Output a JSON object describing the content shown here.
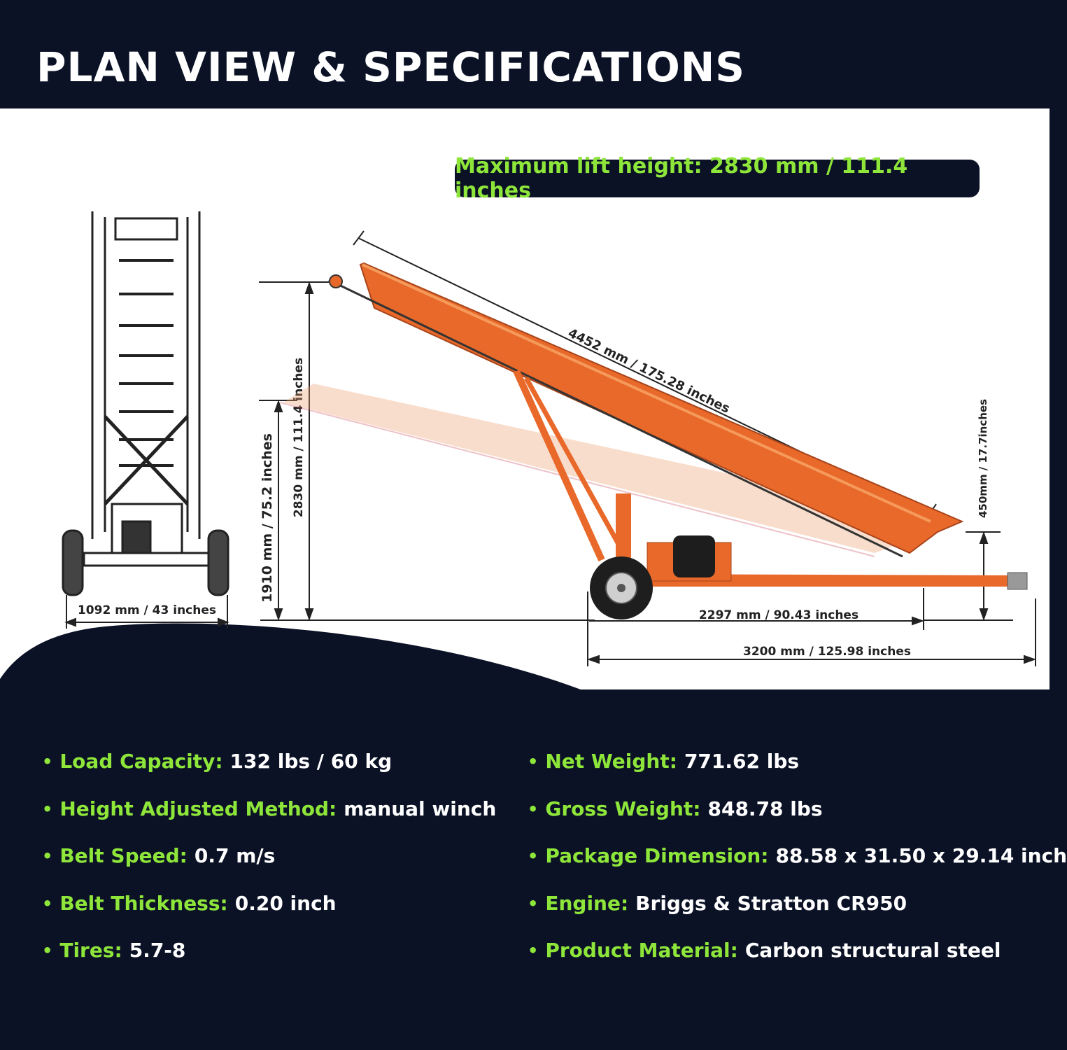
{
  "title": "PLAN VIEW & SPECIFICATIONS",
  "lift_banner": "Maximum lift height: 2830 mm / 111.4 inches",
  "dimensions": {
    "width_front": "1092 mm / 43 inches",
    "height_low": "1910 mm / 75.2 inches",
    "height_max": "2830 mm / 111.4 inches",
    "belt_length": "4452 mm / 175.28 inches",
    "hopper_height": "450mm / 17.7inches",
    "wheel_to_hitch": "2297 mm / 90.43 inches",
    "overall_length": "3200 mm / 125.98 inches"
  },
  "colors": {
    "accent_green": "#8ee63a",
    "background_navy": "#0b1226",
    "frame_orange": "#e8692a"
  },
  "specs_left": [
    {
      "label": "Load Capacity:",
      "value": "132 lbs / 60 kg"
    },
    {
      "label": "Height Adjusted Method:",
      "value": "manual winch"
    },
    {
      "label": "Belt Speed:",
      "value": "0.7 m/s"
    },
    {
      "label": "Belt Thickness:",
      "value": "0.20 inch"
    },
    {
      "label": "Tires:",
      "value": "5.7-8"
    }
  ],
  "specs_right": [
    {
      "label": "Net Weight:",
      "value": "771.62 lbs"
    },
    {
      "label": "Gross Weight:",
      "value": "848.78 lbs"
    },
    {
      "label": "Package Dimension:",
      "value": "88.58 x 31.50 x 29.14 inch"
    },
    {
      "label": "Engine:",
      "value": "Briggs & Stratton CR950"
    },
    {
      "label": "Product Material:",
      "value": "Carbon structural steel"
    }
  ]
}
